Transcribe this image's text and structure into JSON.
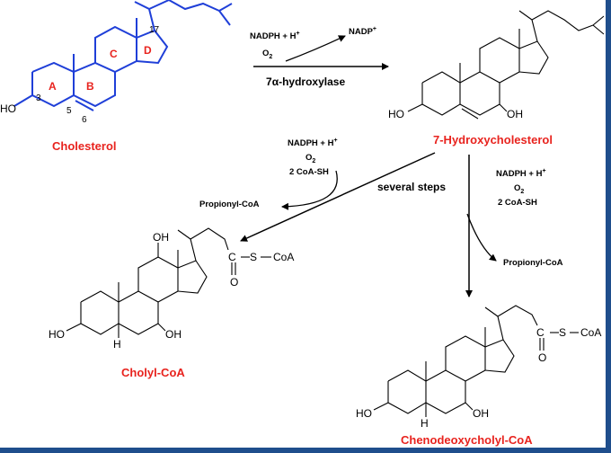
{
  "compounds": {
    "cholesterol": {
      "name": "Cholesterol",
      "ring_labels": [
        "A",
        "B",
        "C",
        "D"
      ],
      "positions": [
        "3",
        "5",
        "6",
        "17"
      ],
      "substituent": "HO"
    },
    "hydroxycholesterol": {
      "name": "7-Hydroxycholesterol",
      "ho": "HO",
      "oh": "OH"
    },
    "cholyl_coa": {
      "name": "Cholyl-CoA",
      "ho": "HO",
      "oh_top": "OH",
      "oh_bottom": "OH",
      "h": "H",
      "o": "O",
      "s": "S",
      "coa": "CoA",
      "c": "C"
    },
    "chenodeoxycholyl_coa": {
      "name": "Chenodeoxycholyl-CoA",
      "ho": "HO",
      "oh": "OH",
      "h": "H",
      "o": "O",
      "s": "S",
      "coa": "CoA",
      "c": "C"
    }
  },
  "reactions": {
    "step1": {
      "cofactor_in": "NADPH + H",
      "cofactor_in_sup": "+",
      "oxygen": "O",
      "oxygen_sub": "2",
      "cofactor_out": "NADP",
      "cofactor_out_sup": "+",
      "enzyme_prefix": "7",
      "enzyme_greek": "α",
      "enzyme_suffix": "-hydroxylase"
    },
    "step_left": {
      "cofactor_in": "NADPH + H",
      "cofactor_in_sup": "+",
      "oxygen": "O",
      "oxygen_sub": "2",
      "coash": "2 CoA-SH",
      "byproduct": "Propionyl-CoA",
      "label": "several steps"
    },
    "step_right": {
      "cofactor_in": "NADPH + H",
      "cofactor_in_sup": "+",
      "oxygen": "O",
      "oxygen_sub": "2",
      "coash": "2 CoA-SH",
      "byproduct": "Propionyl-CoA"
    }
  },
  "colors": {
    "cholesterol_structure": "#1f3fd8",
    "compound_name": "#e8231e",
    "frame": "#1f4e8c"
  }
}
